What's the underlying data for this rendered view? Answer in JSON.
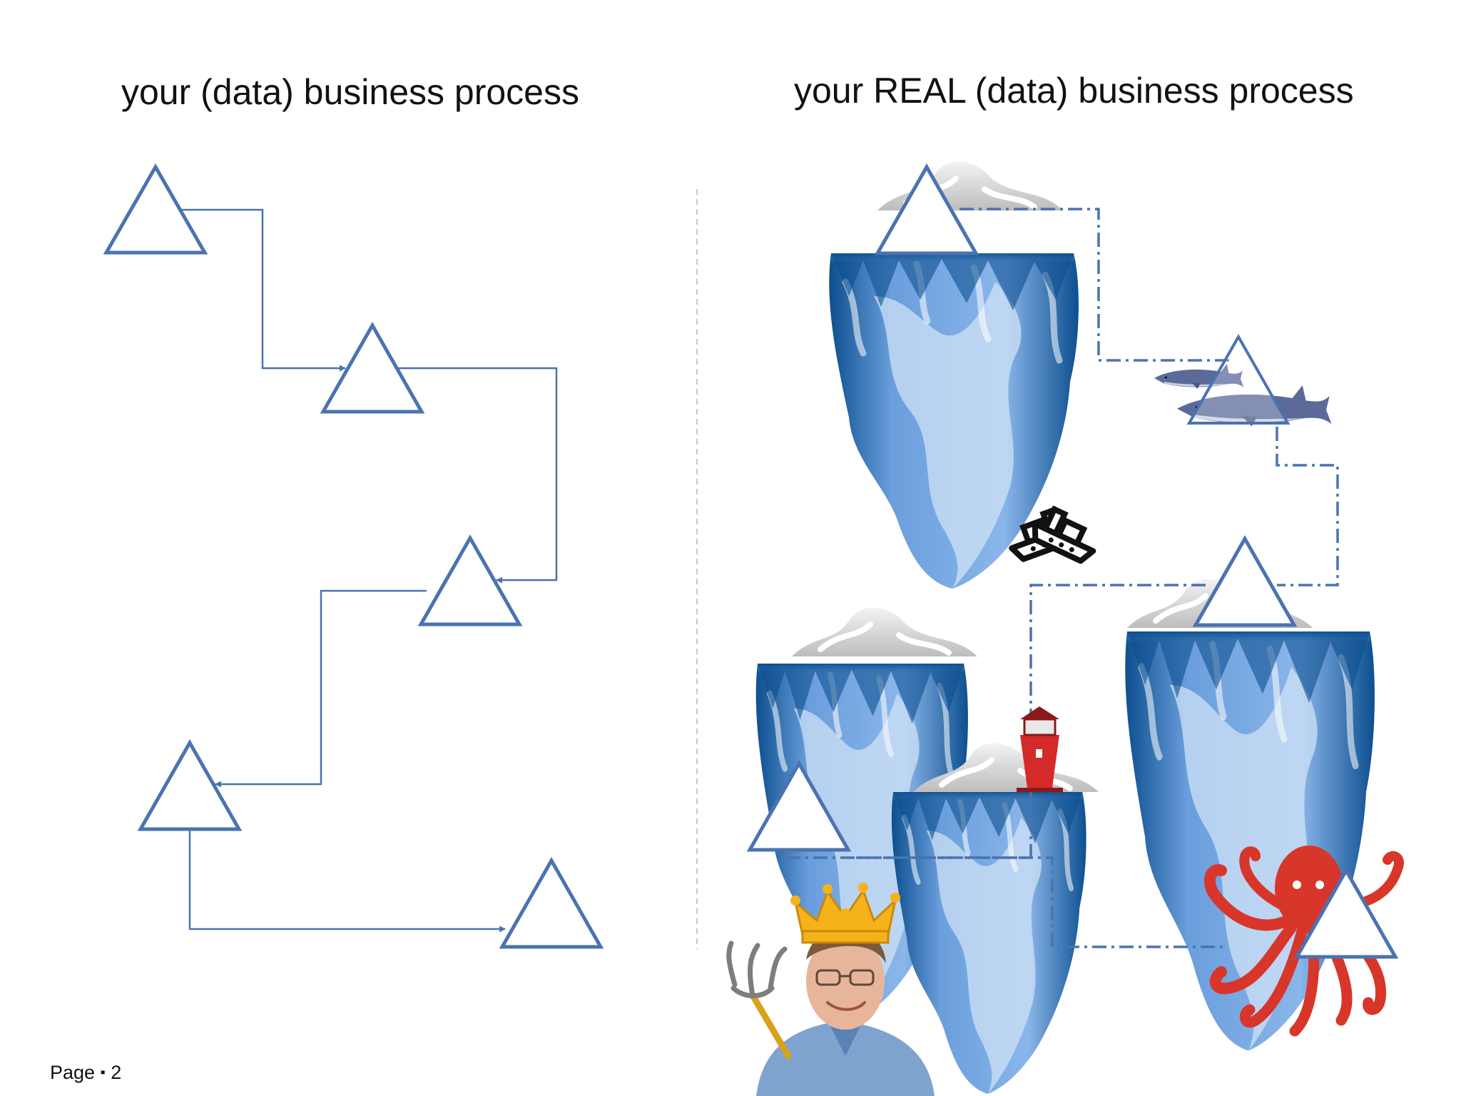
{
  "slide": {
    "title_left": "your (data) business process",
    "title_right": "your REAL (data) business process",
    "footer_label": "Page",
    "footer_separator": "▪",
    "footer_number": "2"
  },
  "colors": {
    "accent": "#4a73b0",
    "divider": "#c8c8c8",
    "ice_dark": "#0d4f8f",
    "ice_mid": "#6a9edc",
    "ice_light": "#cfe2f6",
    "snow": "#d9d9d9",
    "octopus": "#d8362a",
    "lighthouse": "#d42a2a",
    "crown": "#f5b21b",
    "shark": "#5c6a9a"
  },
  "illustrations": [
    "iceberg",
    "shark",
    "ship-icon",
    "lighthouse",
    "octopus",
    "king-with-crown",
    "trident"
  ]
}
